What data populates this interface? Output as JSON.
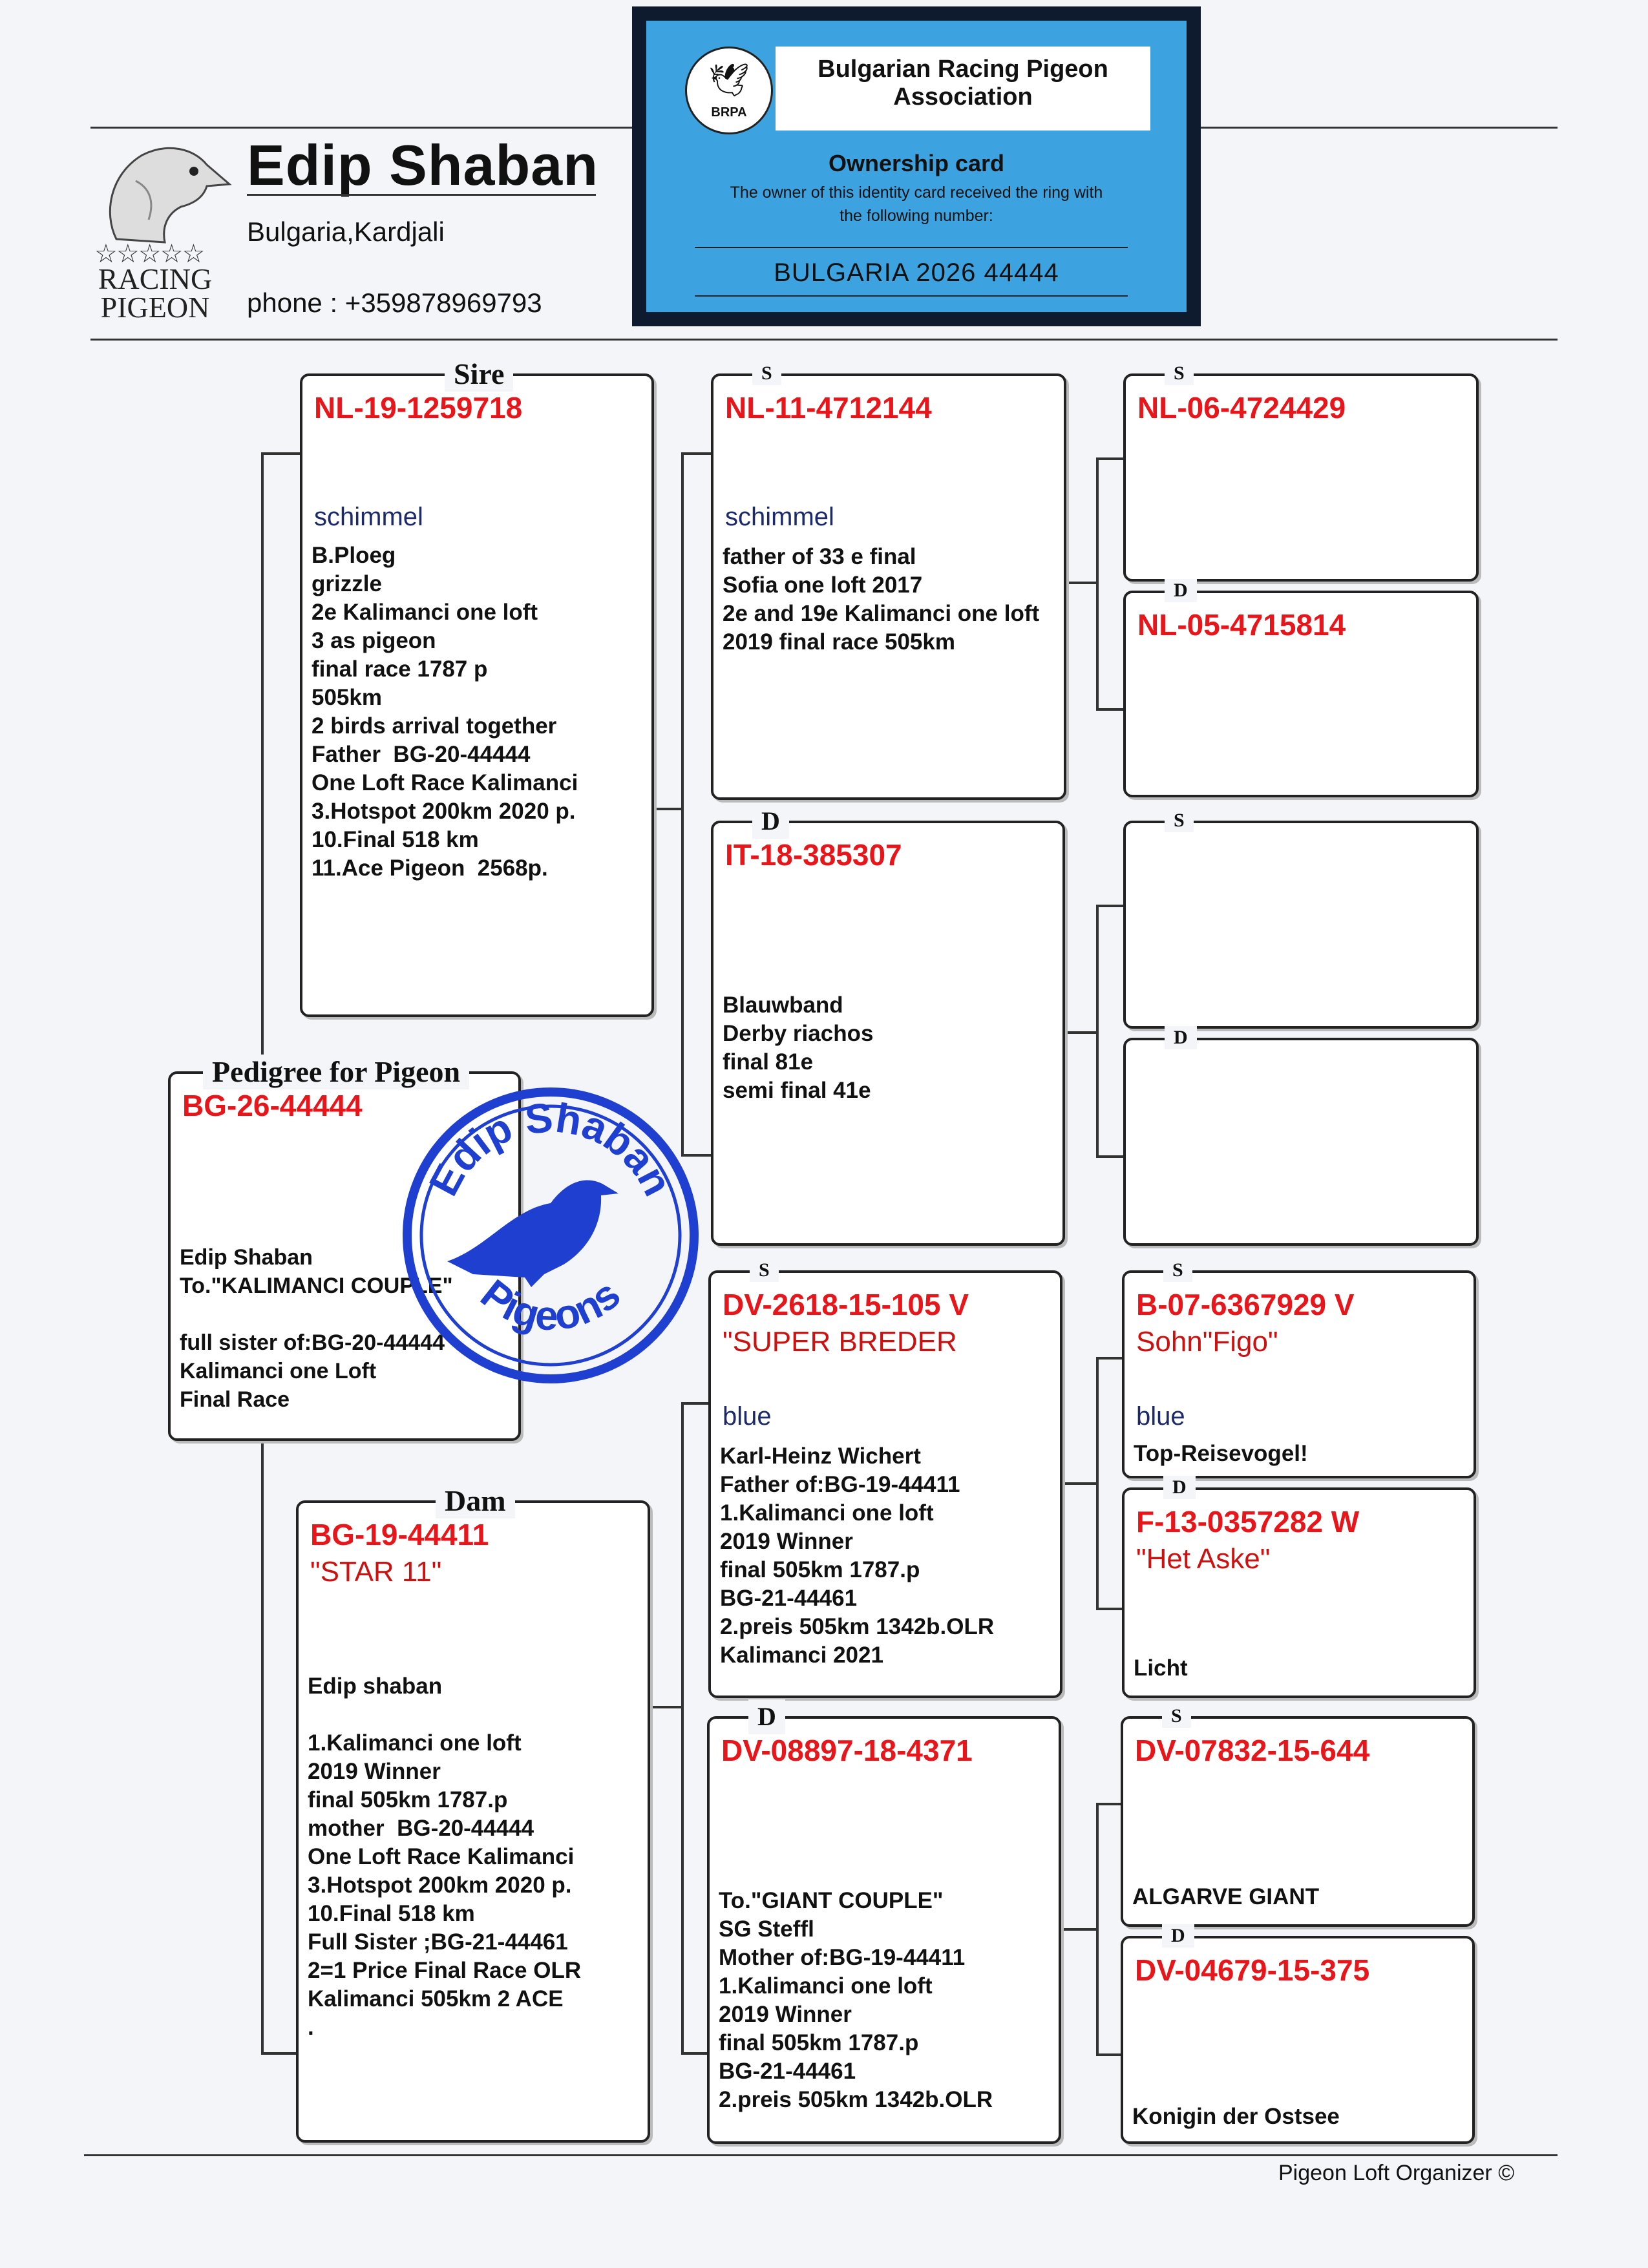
{
  "header": {
    "logo_text": [
      "RACING",
      "PIGEON"
    ],
    "owner_name": "Edip Shaban",
    "location": "Bulgaria,Kardjali",
    "phone": "phone : +359878969793"
  },
  "ownership_card": {
    "association": "Bulgarian Racing Pigeon Association",
    "association_line1": "Bulgarian Racing Pigeon",
    "association_line2": "Association",
    "emblem_abbr": "BRPA",
    "title": "Ownership card",
    "text_line1": "The owner of this identity card received the ring with",
    "text_line2": "the following number:",
    "ring": "BULGARIA 2026 44444"
  },
  "subject": {
    "tag": "Pedigree for Pigeon",
    "ring": "BG-26-44444",
    "info": "Edip Shaban\nTo.\"KALIMANCI COUPLE\"\n\nfull sister of:BG-20-44444\nKalimanci one Loft\nFinal Race"
  },
  "sire": {
    "tag": "Sire",
    "ring": "NL-19-1259718",
    "color": "schimmel",
    "info": "B.Ploeg\ngrizzle\n2e Kalimanci one loft\n3 as pigeon\nfinal race 1787 p\n505km\n2 birds arrival together\nFather  BG-20-44444\nOne Loft Race Kalimanci\n3.Hotspot 200km 2020 p.\n10.Final 518 km\n11.Ace Pigeon  2568p."
  },
  "dam": {
    "tag": "Dam",
    "ring": "BG-19-44411",
    "name": "\"STAR 11\"",
    "info": "Edip shaban\n\n1.Kalimanci one loft\n2019 Winner\nfinal 505km 1787.p\nmother  BG-20-44444\nOne Loft Race Kalimanci\n3.Hotspot 200km 2020 p.\n10.Final 518 km\nFull Sister ;BG-21-44461\n2=1 Price Final Race OLR\nKalimanci 505km 2 ACE\n."
  },
  "ss": {
    "tag": "S",
    "ring": "NL-11-4712144",
    "color": "schimmel",
    "info": "father of 33 e final\nSofia one loft 2017\n2e and 19e Kalimanci one loft\n2019 final race 505km"
  },
  "sd": {
    "tag": "D",
    "ring": "IT-18-385307",
    "info": "Blauwband\nDerby riachos\nfinal 81e\nsemi final 41e"
  },
  "ds": {
    "tag": "S",
    "ring": "DV-2618-15-105 V",
    "name": "\"SUPER BREDER",
    "color": "blue",
    "info": "Karl-Heinz Wichert\nFather of:BG-19-44411\n1.Kalimanci one loft\n2019 Winner\nfinal 505km 1787.p\nBG-21-44461\n2.preis 505km 1342b.OLR\nKalimanci 2021"
  },
  "dd": {
    "tag": "D",
    "ring": "DV-08897-18-4371",
    "info": "To.\"GIANT COUPLE\"\nSG Steffl\nMother of:BG-19-44411\n1.Kalimanci one loft\n2019 Winner\nfinal 505km 1787.p\nBG-21-44461\n2.preis 505km 1342b.OLR"
  },
  "sss": {
    "tag": "S",
    "ring": "NL-06-4724429"
  },
  "ssd": {
    "tag": "D",
    "ring": "NL-05-4715814"
  },
  "sds": {
    "tag": "S",
    "ring": ""
  },
  "sdd": {
    "tag": "D",
    "ring": ""
  },
  "dss": {
    "tag": "S",
    "ring": "B-07-6367929 V",
    "name": "Sohn\"Figo\"",
    "color": "blue",
    "info": "Top-Reisevogel!"
  },
  "dsd": {
    "tag": "D",
    "ring": "F-13-0357282 W",
    "name": "\"Het Aske\"",
    "info": "Licht"
  },
  "dds": {
    "tag": "S",
    "ring": "DV-07832-15-644",
    "info": "ALGARVE GIANT"
  },
  "ddd": {
    "tag": "D",
    "ring": "DV-04679-15-375",
    "info": "Konigin der Ostsee"
  },
  "stamp": {
    "top_text": "Edip Shaban",
    "bottom_text": "Pigeons",
    "color": "#1f3fd0"
  },
  "footer": {
    "credit": "Pigeon Loft Organizer ©"
  }
}
